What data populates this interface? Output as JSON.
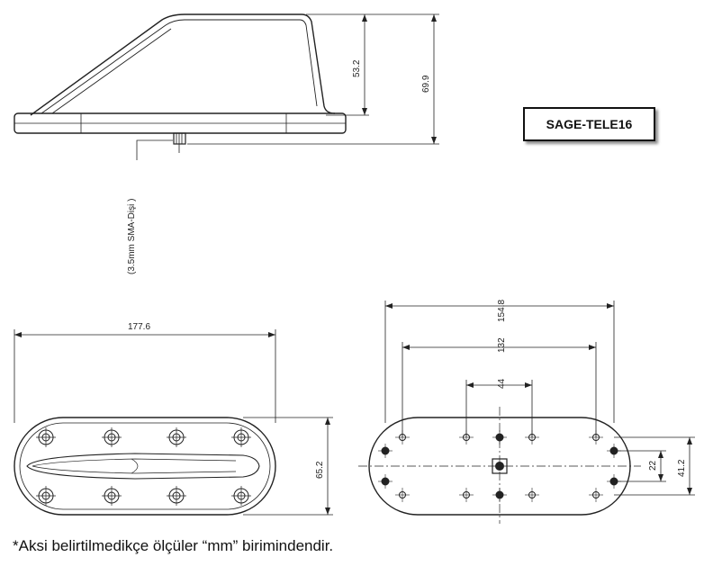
{
  "model_label": "SAGE-TELE16",
  "connector_note": "(3.5mm SMA-Dişi )",
  "footnote": "*Aksi belirtilmedikçe ölçüler “mm” birimindendir.",
  "side_view": {
    "dim_top_height": "53.2",
    "dim_total_height": "69.9"
  },
  "top_view": {
    "dim_length": "177.6",
    "dim_width": "65.2"
  },
  "bottom_view": {
    "dim_overall": "154.8",
    "dim_holes_outer": "132",
    "dim_center": "44",
    "dim_vertical_outer": "41.2",
    "dim_vertical_inner": "22"
  }
}
